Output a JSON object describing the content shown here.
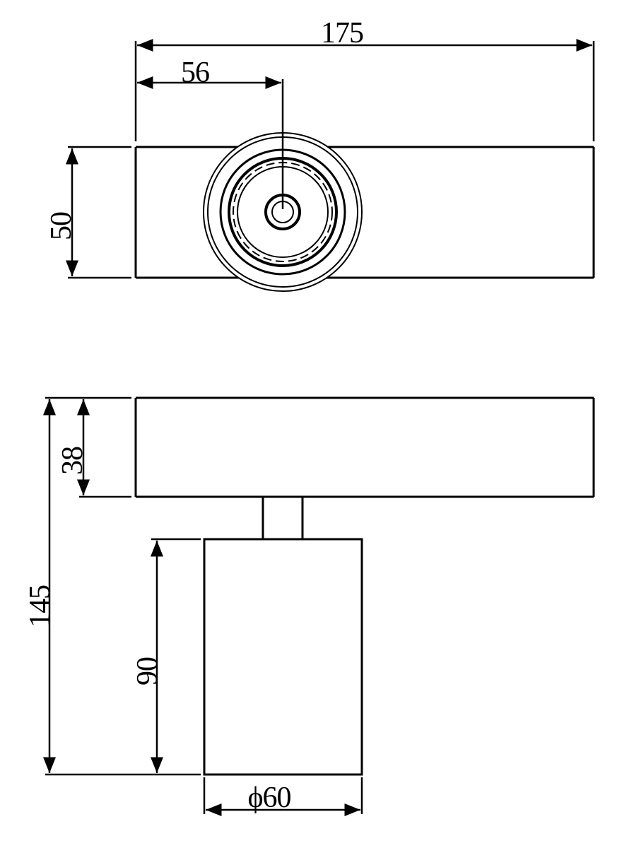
{
  "top_view": {
    "overall_width": "175",
    "center_offset": "56",
    "depth": "50"
  },
  "side_view": {
    "overall_height": "145",
    "track_height": "38",
    "head_height": "90",
    "head_diameter": "ϕ60"
  }
}
